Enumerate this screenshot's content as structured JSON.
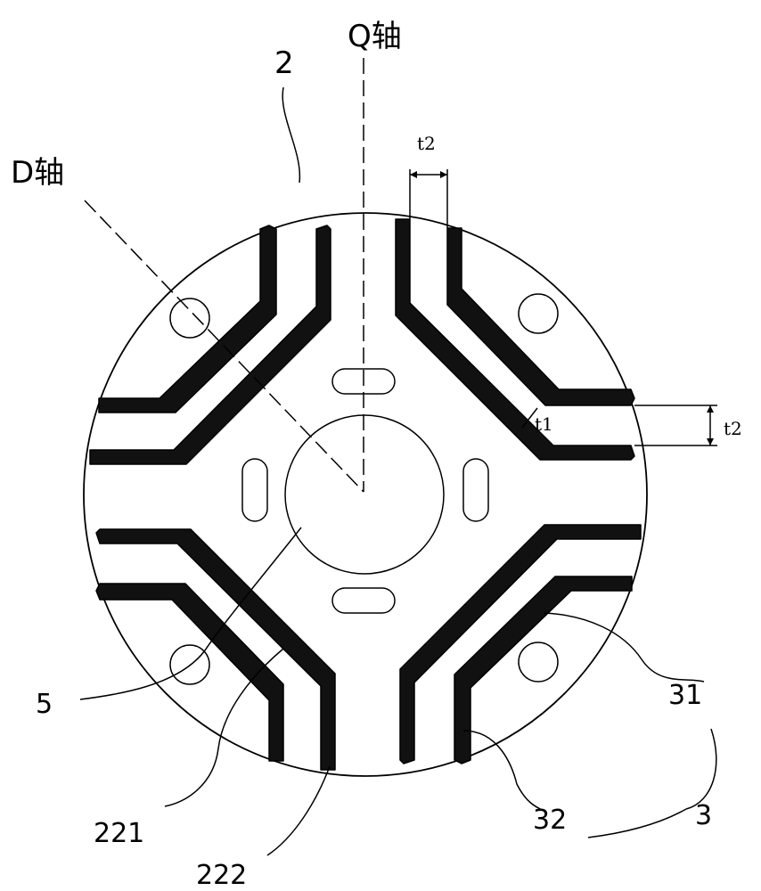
{
  "labels": {
    "q_axis": "Q轴",
    "d_axis": "D轴",
    "ref_2": "2",
    "ref_5": "5",
    "ref_31": "31",
    "ref_32": "32",
    "ref_3": "3",
    "ref_221": "221",
    "ref_222": "222",
    "dim_t1": "t1",
    "dim_t2_top": "t2",
    "dim_t2_right": "t2"
  }
}
